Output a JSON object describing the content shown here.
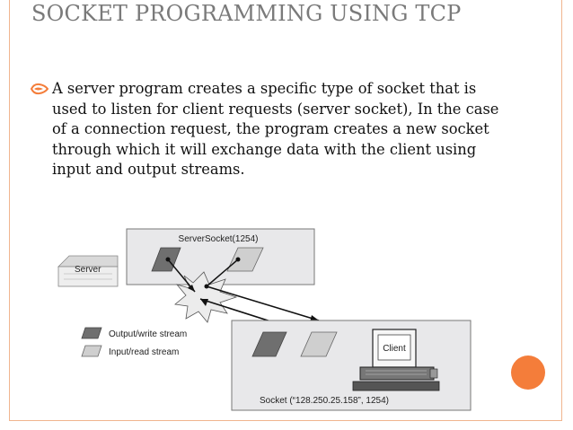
{
  "slide": {
    "title": "SOCKET PROGRAMMING USING TCP",
    "bullet": "A server program creates a specific type of socket that is used to listen for client requests (server socket), In the case of a connection request, the program creates a new socket through which it will exchange data with the client using input and output streams."
  },
  "diagram": {
    "server_socket_label": "ServerSocket(1254)",
    "server_label": "Server",
    "legend_output": "Output/write stream",
    "legend_input": "Input/read stream",
    "client_label": "Client",
    "socket_label": "Socket (“128.250.25.158”, 1254)"
  },
  "colors": {
    "title": "#7a7a7a",
    "accent": "#f47d3a",
    "frame": "#f0b58f",
    "box_fill": "#e8e8ea",
    "output_stream": "#6f6f6f",
    "input_stream": "#cfcfcf"
  },
  "icons": [
    "bullet-arrow-icon",
    "server-icon",
    "computer-icon"
  ]
}
